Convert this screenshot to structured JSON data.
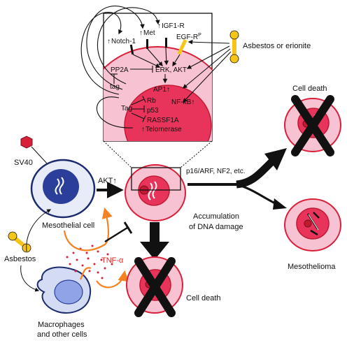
{
  "labels": {
    "igf1r": "IGF1-R",
    "met": "Met",
    "notch1": "Notch-1",
    "egfr": "EGF-R",
    "egfr_sup": "P",
    "asbestos_erionite": "Asbestos or erionite",
    "pp2a": "PP2A",
    "erk_akt": "ERK, AKT",
    "tag_upper": "tag",
    "ap1": "AP1",
    "rb": "Rb",
    "nfkb": "NF-κB",
    "tag_lower": "Tag",
    "p53": "p53",
    "rassf1a": "RASSF1A",
    "telomerase": "Telomerase",
    "sv40": "SV40",
    "akt": "AKT",
    "p16": "p16/ARF, NF2, etc.",
    "accumulation_1": "Accumulation",
    "accumulation_2": "of DNA damage",
    "mesothelial_cell": "Mesothelial cell",
    "asbestos": "Asbestos",
    "tnf": "TNF-α",
    "macrophages_1": "Macrophages",
    "macrophages_2": "and other cells",
    "cell_death_top": "Cell death",
    "cell_death_bottom": "Cell death",
    "mesothelioma": "Mesothelioma"
  },
  "colors": {
    "pink_light": "#f7c3d3",
    "pink_mid": "#f06a8e",
    "red_core": "#d8203a",
    "blue_outer": "#2b3f9a",
    "blue_inner": "#8fa3e6",
    "yellow": "#f5c518",
    "orange": "#f58220",
    "tnf_red": "#e8201b"
  }
}
